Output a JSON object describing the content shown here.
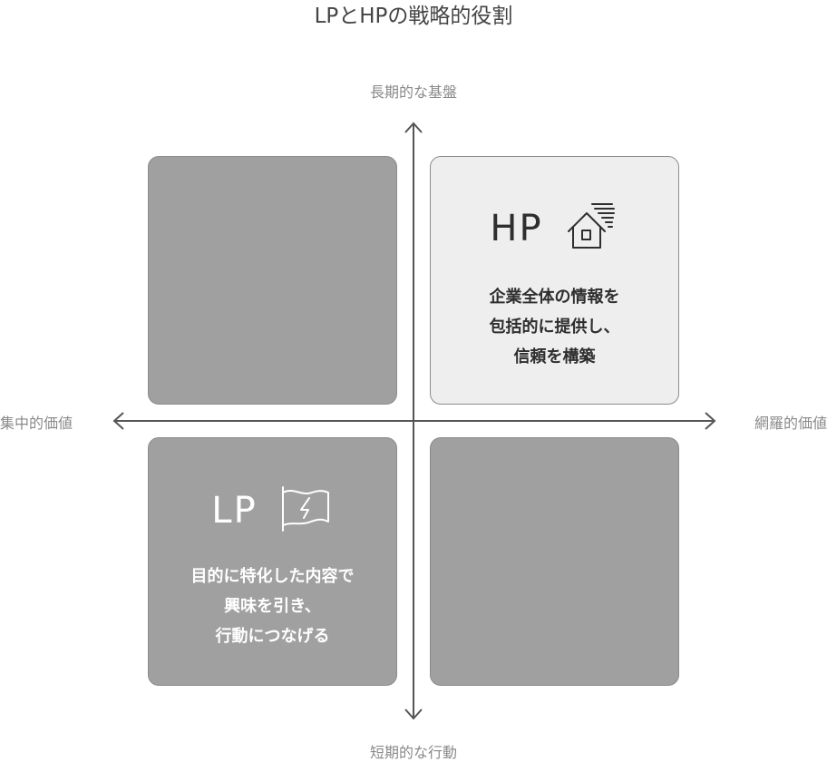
{
  "title": "LPとHPの戦略的役割",
  "axes": {
    "top": "長期的な基盤",
    "bottom": "短期的な行動",
    "left": "集中的価値",
    "right": "網羅的価値"
  },
  "quadrants": {
    "top_right": {
      "name": "HP",
      "icon": "house-wind-icon",
      "description": "企業全体の情報を\n包括的に提供し、\n信頼を構築"
    },
    "bottom_left": {
      "name": "LP",
      "icon": "flag-lightning-icon",
      "description": "目的に特化した内容で\n興味を引き、\n行動につなげる"
    }
  },
  "colors": {
    "quadrant_fill": "#a0a0a0",
    "highlight_fill": "#eeeeee",
    "axis": "#555555"
  }
}
